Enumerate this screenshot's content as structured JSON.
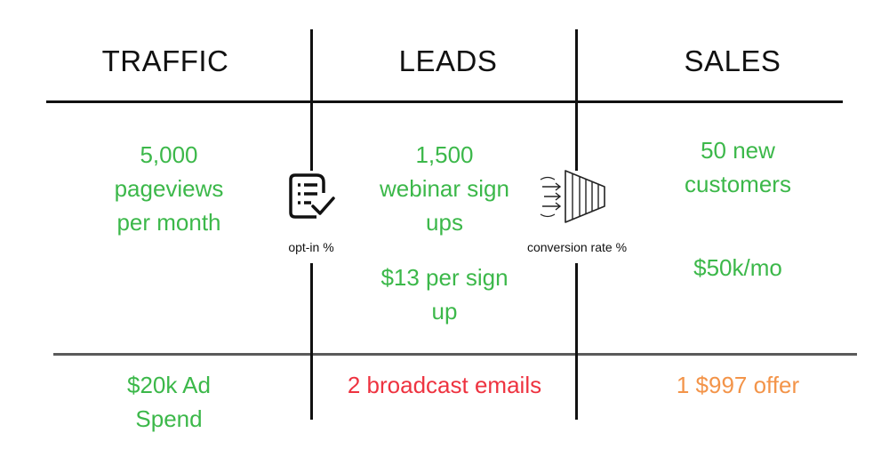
{
  "colors": {
    "line": "#111111",
    "divider": "#5a5a5a",
    "green": "#3cb84a",
    "red": "#ee3340",
    "orange": "#f39449"
  },
  "headers": {
    "traffic": "TRAFFIC",
    "leads": "LEADS",
    "sales": "SALES"
  },
  "traffic": {
    "metric_line1": "5,000",
    "metric_line2": "pageviews",
    "metric_line3": "per month",
    "footer_line1": "$20k Ad",
    "footer_line2": "Spend"
  },
  "optin": {
    "icon": "checklist-icon",
    "label": "opt-in %"
  },
  "leads": {
    "metric_line1": "1,500",
    "metric_line2": "webinar sign",
    "metric_line3": "ups",
    "cost_line1": "$13 per sign",
    "cost_line2": "up",
    "footer": "2 broadcast emails"
  },
  "conversion": {
    "icon": "funnel-icon",
    "label": "conversion rate %"
  },
  "sales": {
    "metric_line1": "50 new",
    "metric_line2": "customers",
    "revenue": "$50k/mo",
    "footer": "1 $997 offer"
  }
}
